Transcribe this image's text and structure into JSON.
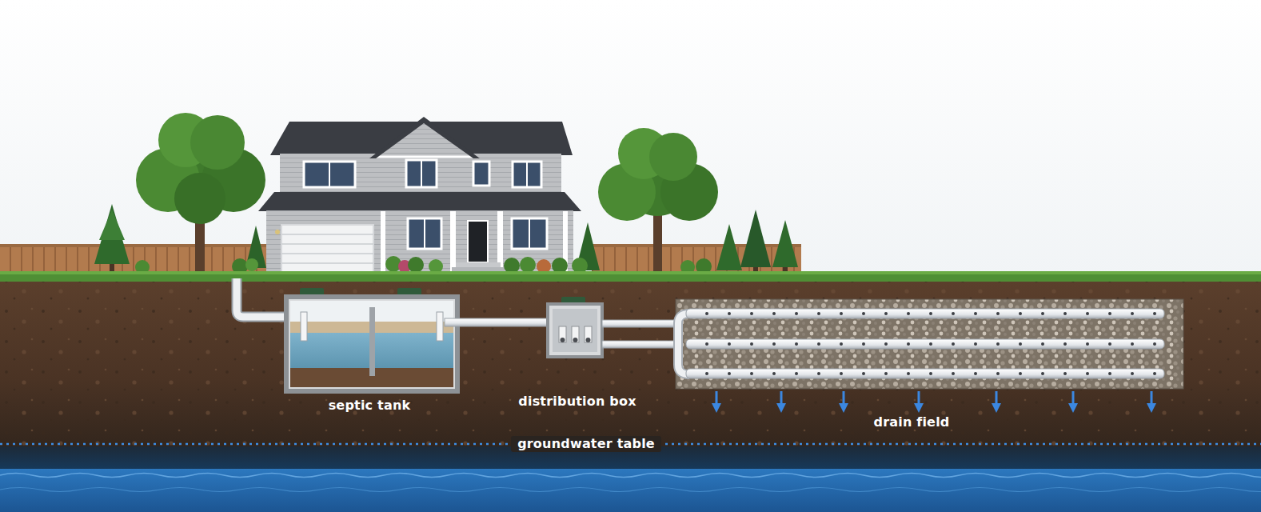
{
  "diagram": {
    "labels": [
      "septic tank",
      "distribution box",
      "drain field",
      "groundwater table"
    ]
  }
}
